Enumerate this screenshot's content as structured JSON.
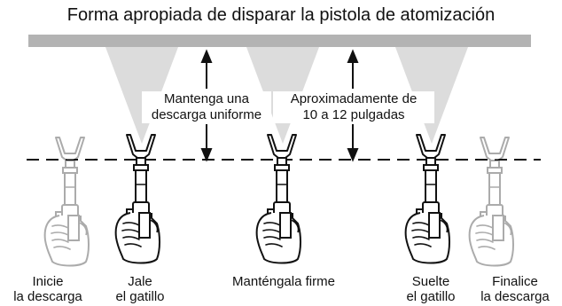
{
  "title": "Forma apropiada de disparar la pistola de atomización",
  "callouts": {
    "uniform": {
      "line1": "Mantenga una",
      "line2": "descarga uniforme"
    },
    "distance": {
      "line1": "Aproximadamente de",
      "line2": "10 a 12 pulgadas"
    }
  },
  "steps": [
    {
      "line1": "Inicie",
      "line2": "la descarga"
    },
    {
      "line1": "Jale",
      "line2": "el gatillo"
    },
    {
      "line1": "Manténgala firme",
      "line2": ""
    },
    {
      "line1": "Suelte",
      "line2": "el gatillo"
    },
    {
      "line1": "Finalice",
      "line2": "la descarga"
    }
  ]
}
